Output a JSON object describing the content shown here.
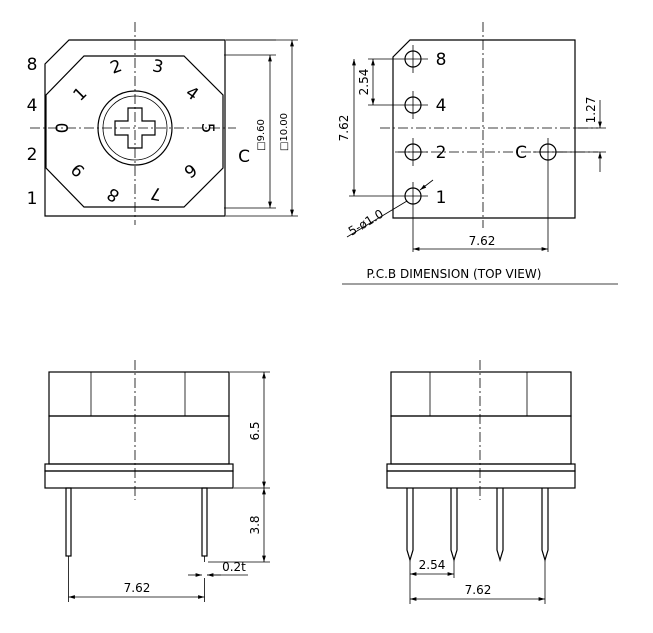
{
  "top_view": {
    "outer_labels": [
      "8",
      "4",
      "2",
      "1",
      "C"
    ],
    "dial_numbers": [
      "2",
      "3",
      "4",
      "5",
      "6",
      "7",
      "8",
      "9",
      "0",
      "1"
    ],
    "dim_inner": "□9.60",
    "dim_outer": "□10.00"
  },
  "pcb_view": {
    "pin_labels": [
      "8",
      "4",
      "2",
      "1",
      "C"
    ],
    "dim_pitch_small": "2.54",
    "dim_pitch_large": "7.62",
    "dim_offset": "1.27",
    "dim_hole": "5-ø1.0",
    "dim_width": "7.62",
    "caption": "P.C.B DIMENSION (TOP VIEW)"
  },
  "side_view_left": {
    "dim_height": "6.5",
    "dim_pin_length": "3.8",
    "dim_thickness": "0.2t",
    "dim_width": "7.62"
  },
  "side_view_right": {
    "dim_pitch": "2.54",
    "dim_width": "7.62"
  }
}
